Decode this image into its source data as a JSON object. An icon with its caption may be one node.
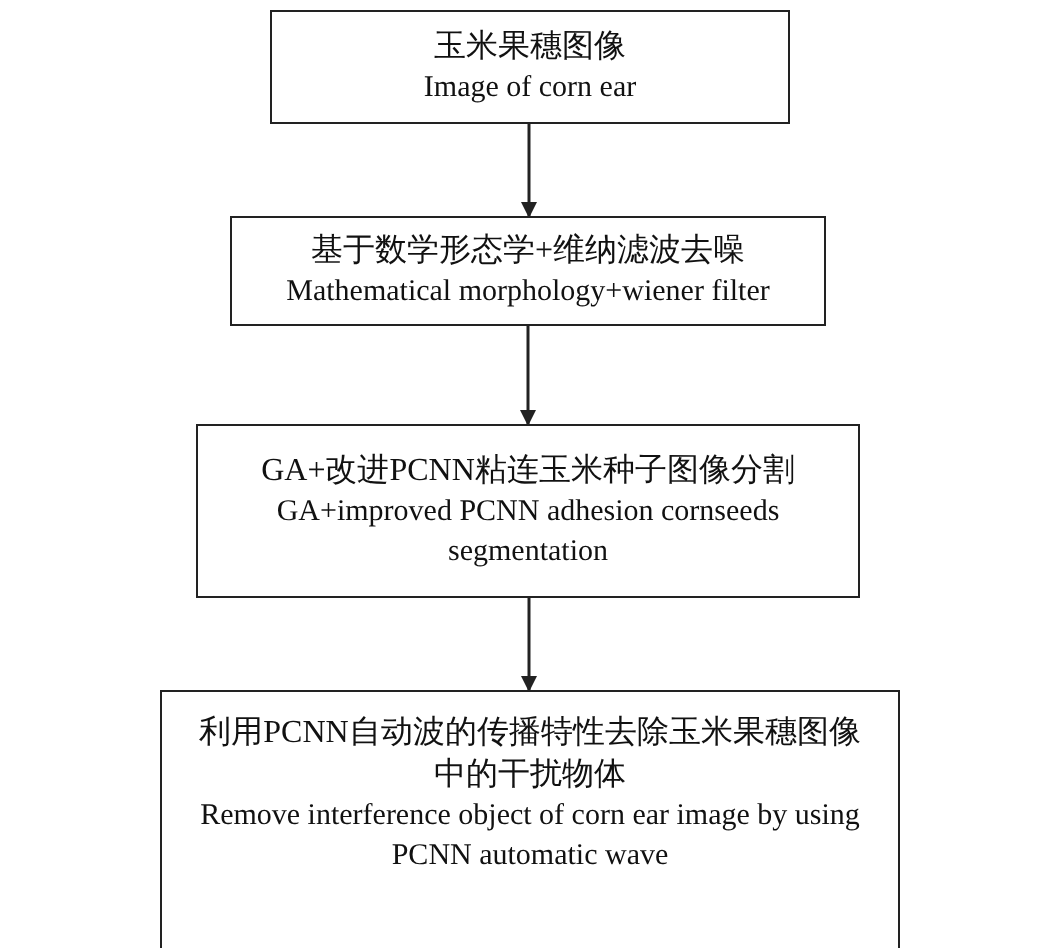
{
  "diagram": {
    "nodes": [
      {
        "text": [
          "玉米果穗图像",
          "Image of corn ear"
        ]
      },
      {
        "text": [
          "基于数学形态学+维纳滤波去噪",
          "Mathematical morphology+wiener filter"
        ]
      },
      {
        "text": [
          "GA+改进PCNN粘连玉米种子图像分割",
          "GA+improved PCNN adhesion cornseeds segmentation"
        ]
      },
      {
        "text": [
          "利用PCNN自动波的传播特性去除玉米果穗图像中的干扰物体",
          "Remove interference object of corn ear image by using PCNN automatic wave"
        ]
      }
    ],
    "edges": [
      {
        "from": 0,
        "to": 1,
        "arrow": "to"
      },
      {
        "from": 1,
        "to": 2,
        "arrow": "to"
      },
      {
        "from": 2,
        "to": 3,
        "arrow": "to"
      }
    ]
  }
}
